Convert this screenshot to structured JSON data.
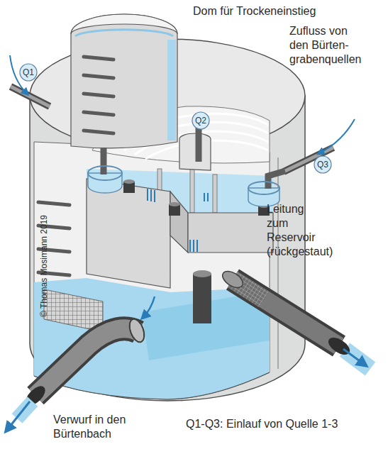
{
  "diagram": {
    "nodes": [
      {
        "text": [
          "Q1"
        ]
      },
      {
        "text": [
          "Q2"
        ]
      },
      {
        "text": [
          "Q3"
        ]
      }
    ],
    "labels": [
      "Dom für Trockeneinstieg",
      "Zufluss von den Bürten- grabenquellen",
      "Leitung zum Reservoir (rückgestaut)",
      "Verwurf in den Bürtenbach",
      "Q1-Q3: Einlauf von Quelle 1-3",
      "© Thomas Mosimann 2019"
    ]
  }
}
